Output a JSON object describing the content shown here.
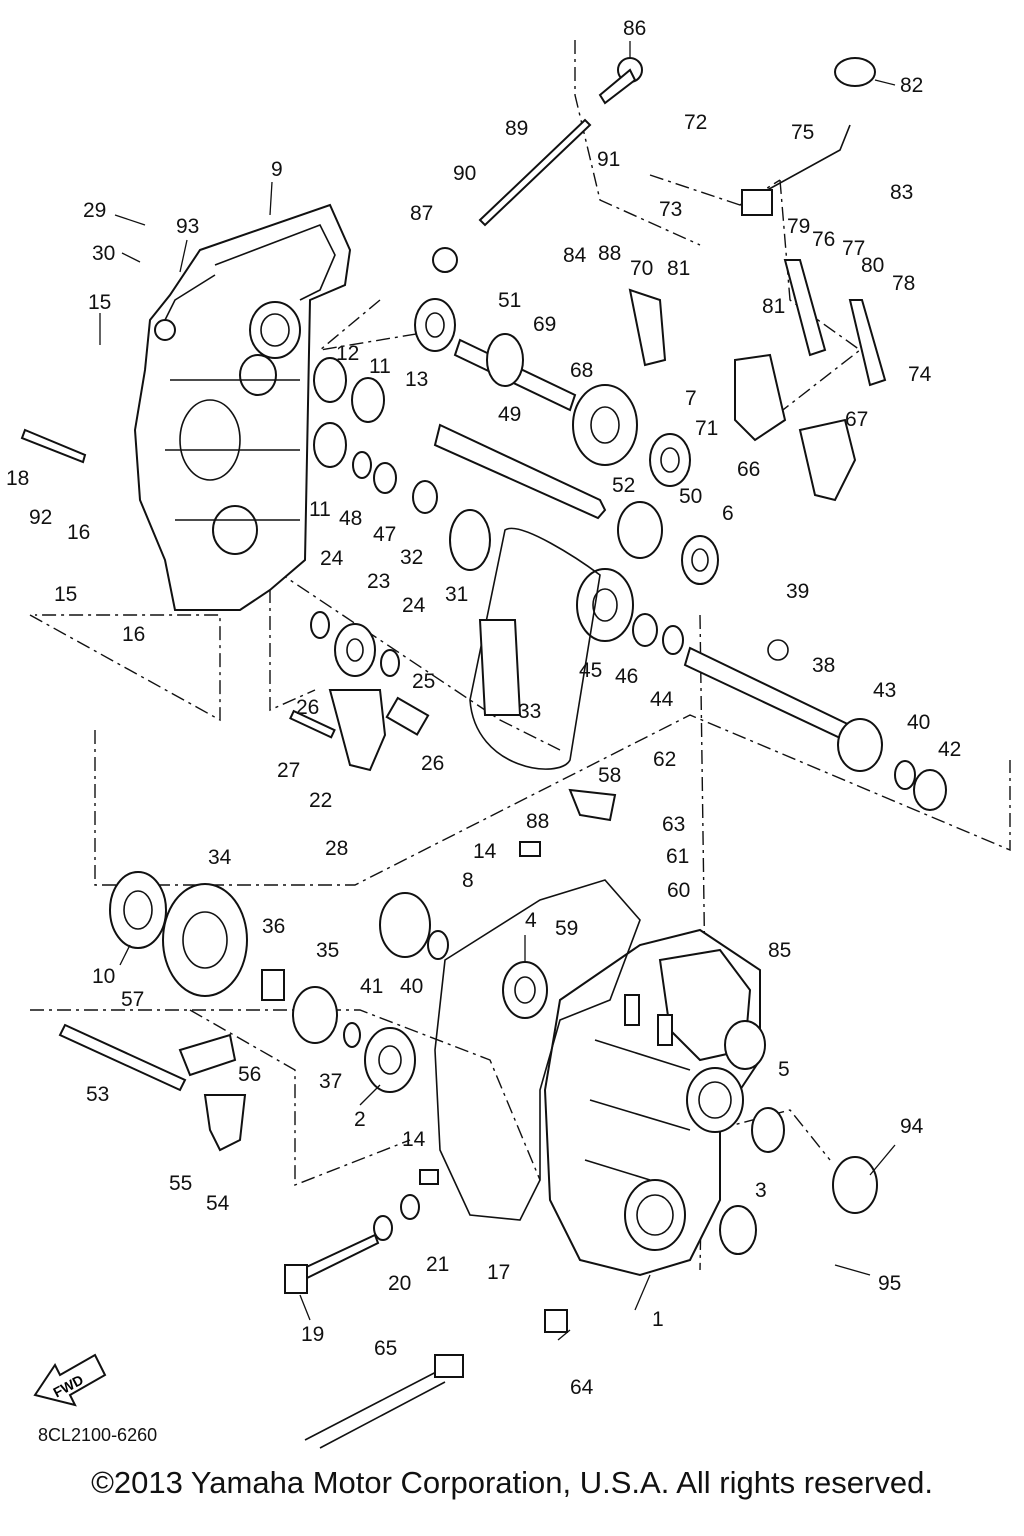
{
  "drawing_code": "8CL2100-6260",
  "copyright": "©2013 Yamaha Motor Corporation, U.S.A. All rights reserved.",
  "fwd_label": "FWD",
  "callouts": [
    "1",
    "2",
    "3",
    "4",
    "5",
    "6",
    "7",
    "8",
    "9",
    "10",
    "11",
    "11",
    "12",
    "13",
    "14",
    "14",
    "15",
    "15",
    "16",
    "16",
    "17",
    "18",
    "19",
    "20",
    "21",
    "22",
    "23",
    "24",
    "24",
    "25",
    "26",
    "26",
    "27",
    "28",
    "29",
    "30",
    "31",
    "32",
    "33",
    "34",
    "35",
    "36",
    "37",
    "38",
    "39",
    "40",
    "40",
    "41",
    "42",
    "43",
    "44",
    "45",
    "46",
    "47",
    "48",
    "49",
    "50",
    "51",
    "52",
    "53",
    "54",
    "55",
    "56",
    "57",
    "58",
    "59",
    "60",
    "61",
    "62",
    "63",
    "64",
    "65",
    "66",
    "67",
    "68",
    "69",
    "70",
    "71",
    "72",
    "73",
    "74",
    "75",
    "76",
    "77",
    "78",
    "79",
    "80",
    "81",
    "81",
    "82",
    "83",
    "84",
    "85",
    "86",
    "87",
    "88",
    "88",
    "89",
    "90",
    "91",
    "92",
    "93",
    "94",
    "95"
  ]
}
